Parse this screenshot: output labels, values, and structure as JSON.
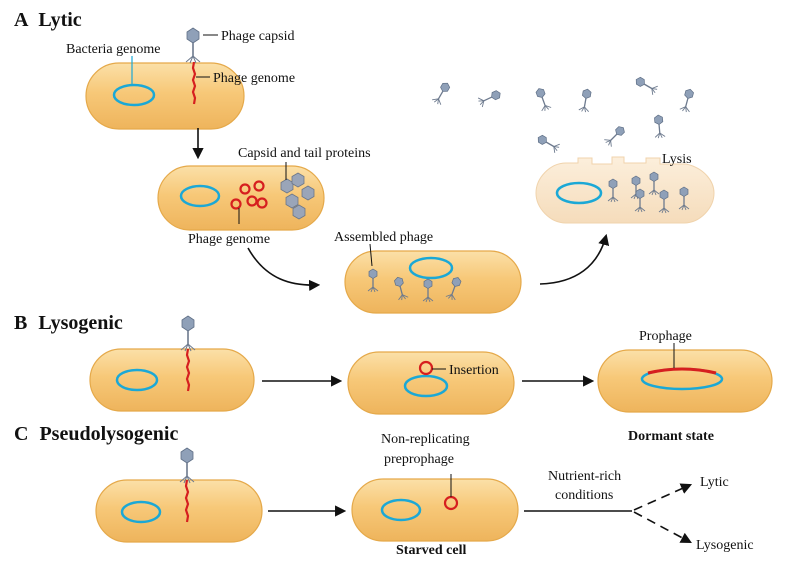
{
  "sections": {
    "lytic": {
      "letter": "A",
      "title": "Lytic"
    },
    "lysogenic": {
      "letter": "B",
      "title": "Lysogenic"
    },
    "pseudolysogenic": {
      "letter": "C",
      "title": "Pseudolysogenic"
    }
  },
  "labels": {
    "bacteria_genome": "Bacteria genome",
    "phage_capsid": "Phage capsid",
    "phage_genome_top": "Phage genome",
    "capsid_tail_proteins": "Capsid and tail proteins",
    "phage_genome_mid": "Phage genome",
    "assembled_phage": "Assembled phage",
    "lysis": "Lysis",
    "insertion": "Insertion",
    "prophage": "Prophage",
    "dormant_state": "Dormant state",
    "non_replicating_line1": "Non-replicating",
    "non_replicating_line2": "preprophage",
    "starved_cell": "Starved cell",
    "nutrient_line1": "Nutrient-rich",
    "nutrient_line2": "conditions",
    "outcome_lytic": "Lytic",
    "outcome_lysogenic": "Lysogenic"
  },
  "colors": {
    "cell_fill": "#f7c878",
    "cell_highlight": "#fbe0a8",
    "cell_stroke": "#e5a94a",
    "lysed_cell_fill": "#f8e3c6",
    "bacterial_genome": "#1ba8d6",
    "phage_dna": "#d61f1f",
    "protein_hexagon": "#9aa5b8",
    "phage_head": "#8fa0b8"
  }
}
